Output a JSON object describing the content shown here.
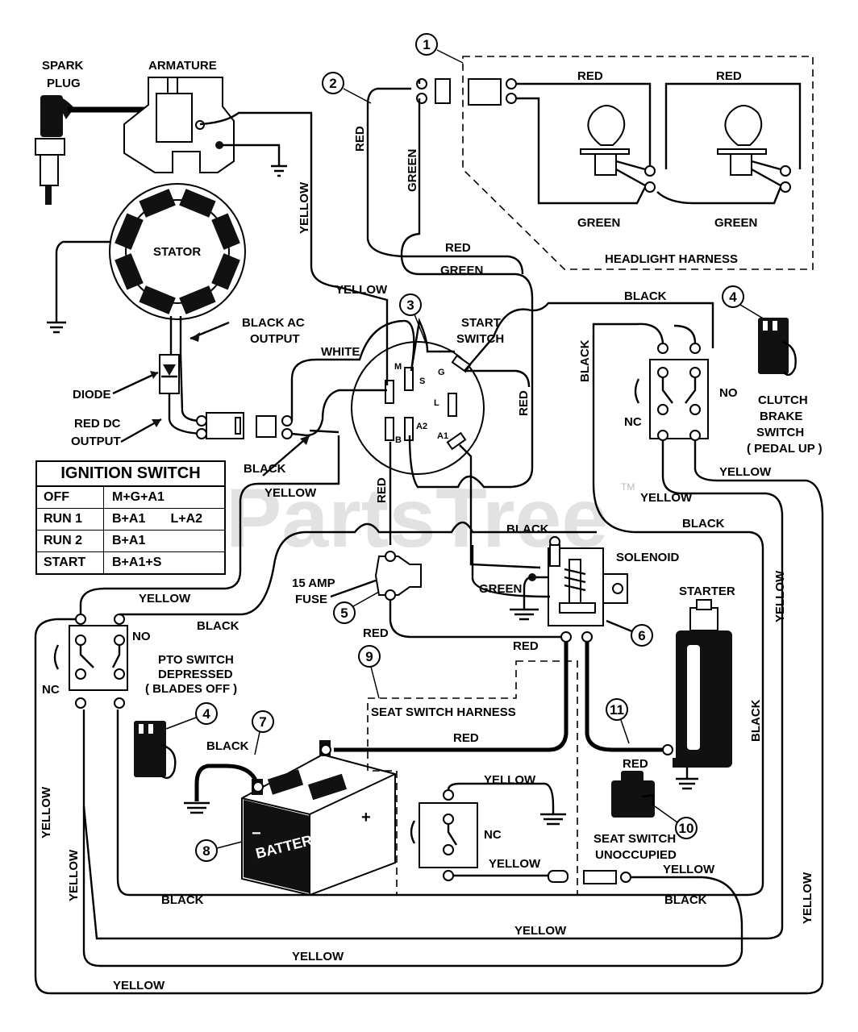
{
  "watermark": {
    "text": "PartsTree",
    "tm": "TM"
  },
  "labels": {
    "spark_plug": [
      "SPARK",
      "PLUG"
    ],
    "armature": "ARMATURE",
    "stator": "STATOR",
    "black_ac_output": [
      "BLACK AC",
      "OUTPUT"
    ],
    "diode": "DIODE",
    "red_dc_output": [
      "RED DC",
      "OUTPUT"
    ],
    "headlight_harness": "HEADLIGHT HARNESS",
    "start_switch": [
      "START",
      "SWITCH"
    ],
    "clutch_brake_switch": [
      "CLUTCH",
      "BRAKE",
      "SWITCH",
      "( PEDAL UP )"
    ],
    "solenoid": "SOLENOID",
    "starter": "STARTER",
    "fuse": [
      "15 AMP",
      "FUSE"
    ],
    "pto_switch": [
      "PTO SWITCH",
      "DEPRESSED",
      "( BLADES OFF )"
    ],
    "seat_switch_harness": "SEAT SWITCH HARNESS",
    "seat_switch_unoccupied": [
      "SEAT SWITCH",
      "UNOCCUPIED"
    ],
    "battery": "BATTERY",
    "no": "NO",
    "nc": "NC",
    "plus": "+",
    "minus": "−"
  },
  "ignition_terminals": {
    "m": "M",
    "s": "S",
    "g": "G",
    "l": "L",
    "b": "B",
    "a2": "A2",
    "a1": "A1"
  },
  "wire_colors": {
    "red": "RED",
    "green": "GREEN",
    "yellow": "YELLOW",
    "white": "WHITE",
    "black": "BLACK"
  },
  "callouts": [
    "1",
    "2",
    "3",
    "4",
    "5",
    "6",
    "7",
    "8",
    "9",
    "10",
    "11"
  ],
  "ignition_table": {
    "title": "IGNITION SWITCH",
    "rows": [
      {
        "pos": "OFF",
        "contacts": "M+G+A1"
      },
      {
        "pos": "RUN 1",
        "contacts": "B+A1       L+A2"
      },
      {
        "pos": "RUN 2",
        "contacts": "B+A1"
      },
      {
        "pos": "START",
        "contacts": "B+A1+S"
      }
    ]
  }
}
